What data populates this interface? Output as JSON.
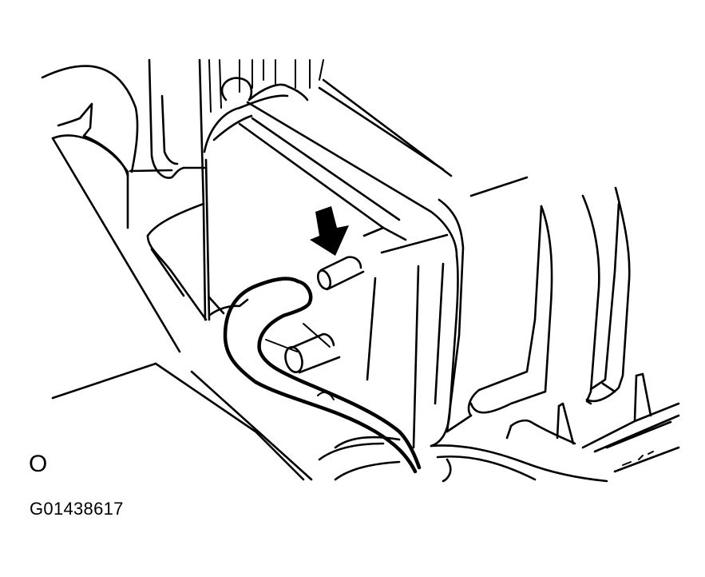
{
  "figure": {
    "orientation_mark": "O",
    "figure_code": "G01438617",
    "callout": "arrow-pointing-to-vacuum-port",
    "colors": {
      "line": "#000000",
      "background": "#ffffff"
    }
  }
}
